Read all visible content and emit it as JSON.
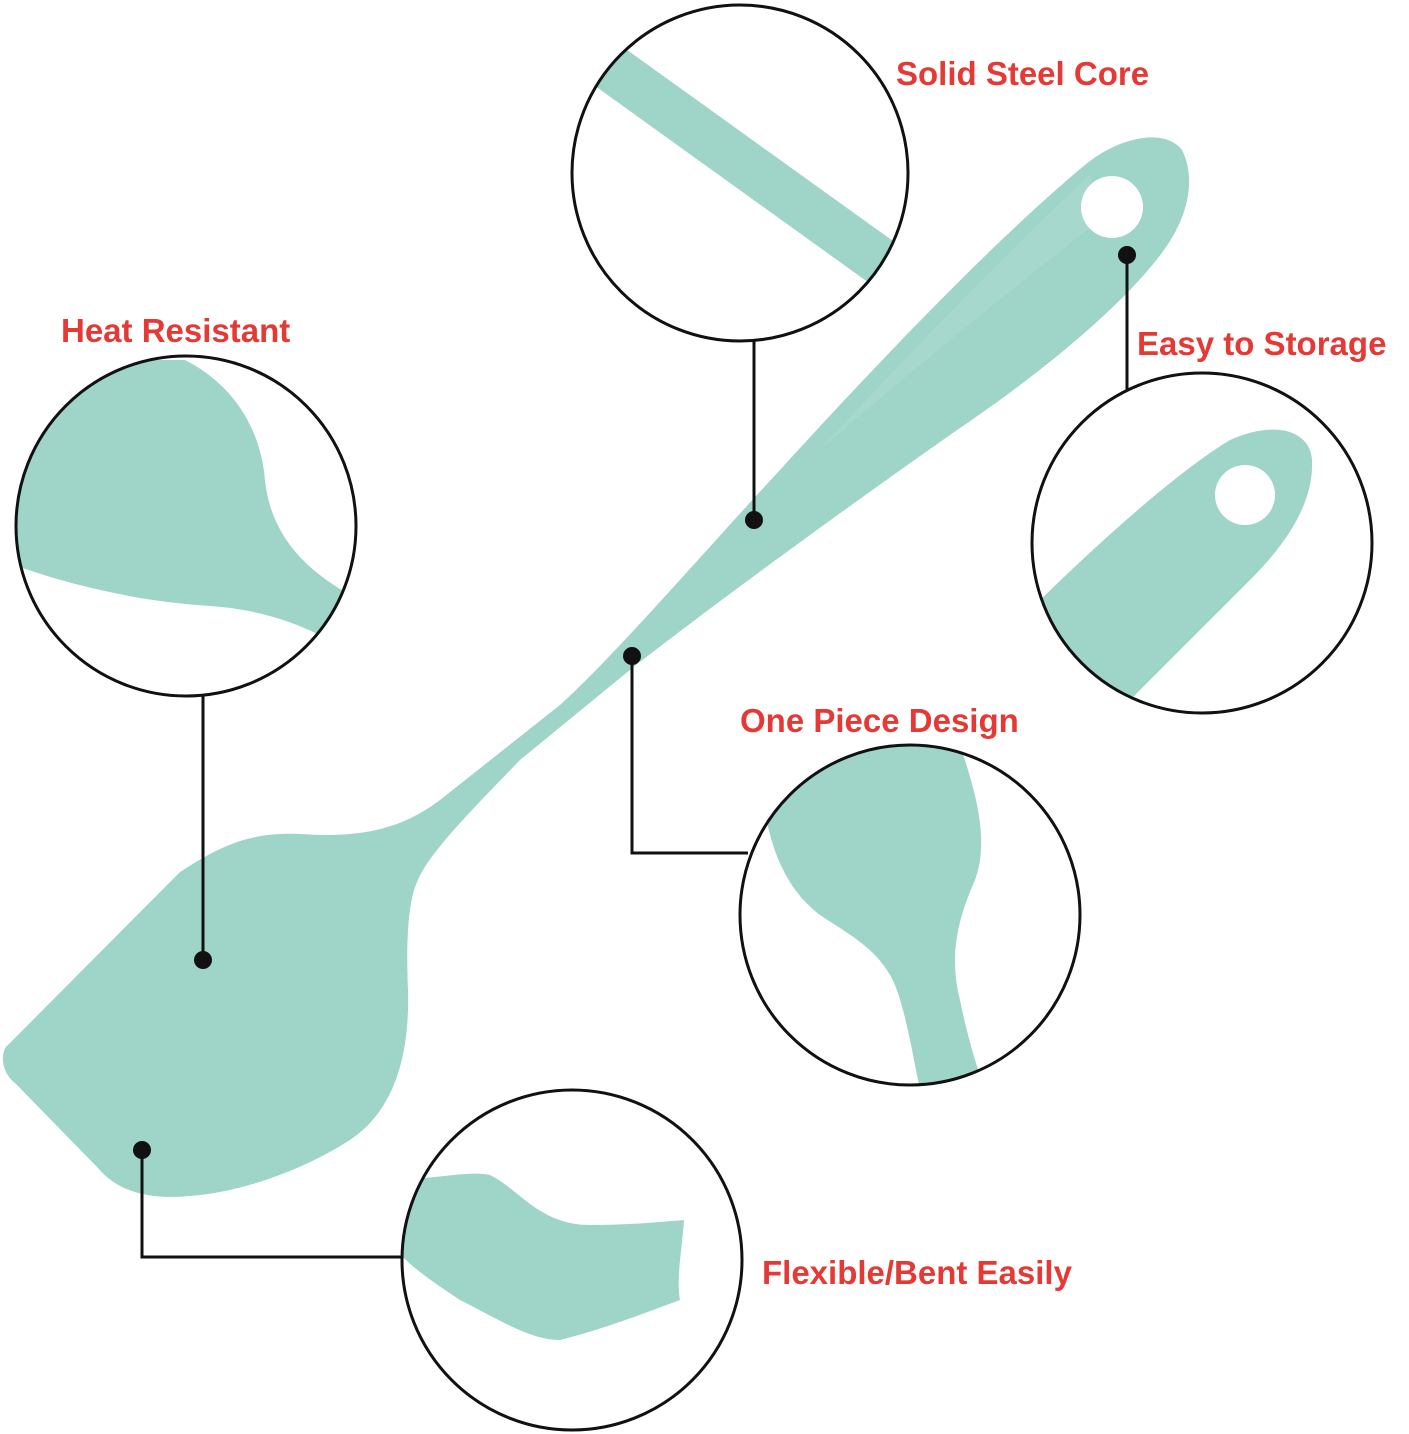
{
  "colors": {
    "label": "#e53935",
    "spatula": "#9fd4c8",
    "spatula_shade": "#8cc7ba",
    "hole": "#ffffff",
    "outline": "#111111"
  },
  "features": [
    {
      "key": "solid_steel_core",
      "label": "Solid Steel Core"
    },
    {
      "key": "heat_resistant",
      "label": "Heat Resistant"
    },
    {
      "key": "easy_to_storage",
      "label": "Easy to Storage"
    },
    {
      "key": "one_piece_design",
      "label": "One Piece Design"
    },
    {
      "key": "flexible_bent_easily",
      "label": "Flexible/Bent Easily"
    }
  ]
}
